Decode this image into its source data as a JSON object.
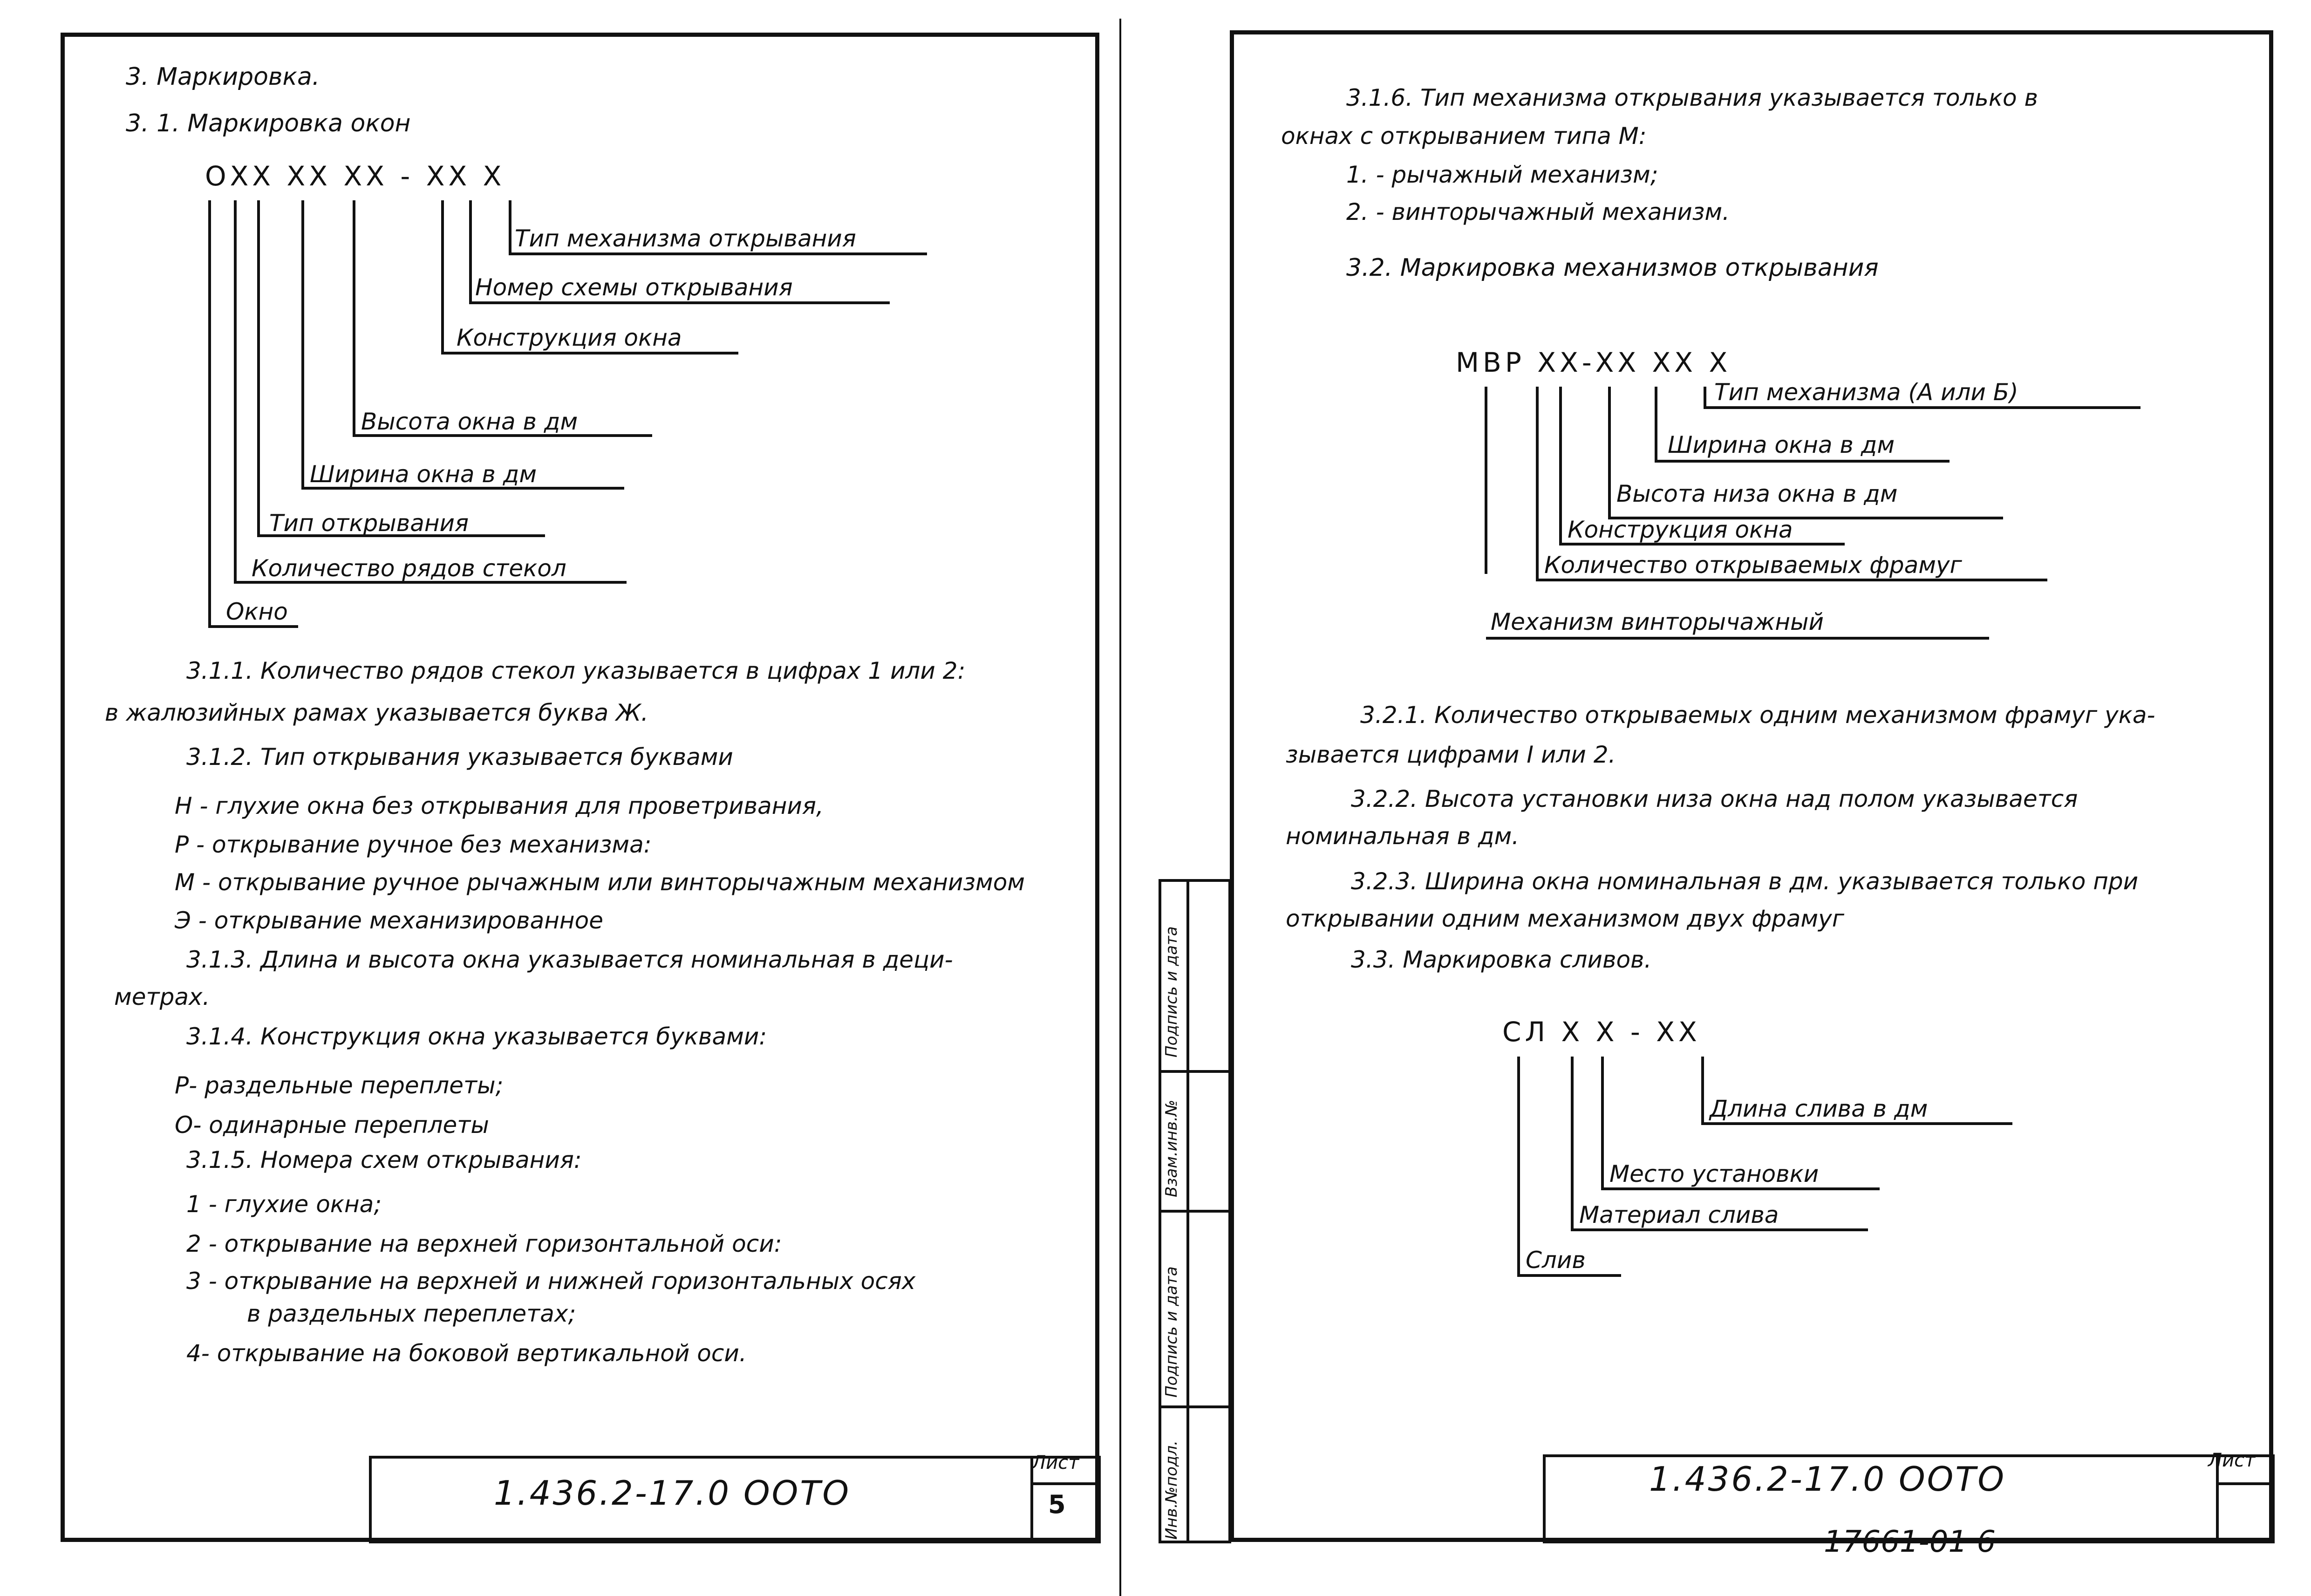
{
  "left": {
    "h3": "3. Маркировка.",
    "h31": "3. 1.  Маркировка окон",
    "code": "ОХХ ХХ ХХ - ХХ Х",
    "labels": [
      "Тип механизма открывания",
      "Номер схемы открывания",
      "Конструкция окна",
      "Высота окна в дм",
      "Ширина окна в дм",
      "Тип открывания",
      "Количество рядов стекол",
      "Окно"
    ],
    "p311a": "3.1.1. Количество рядов стекол указывается в цифрах 1 или 2:",
    "p311b": "в жалюзийных рамах указывается буква Ж.",
    "p312": "3.1.2. Тип открывания указывается буквами",
    "n": "Н - глухие окна без открывания для проветривания,",
    "r": "Р - открывание ручное без механизма:",
    "m": "М - открывание ручное рычажным или винторычажным механизмом",
    "e": "Э - открывание механизированное",
    "p313a": "3.1.3. Длина и высота окна указывается номинальная в деци-",
    "p313b": "метрах.",
    "p314": "3.1.4. Конструкция окна указывается буквами:",
    "rp": "Р- раздельные переплеты;",
    "op": "О- одинарные переплеты",
    "p315": "3.1.5. Номера схем открывания:",
    "s1": "1 - глухие окна;",
    "s2": "2 - открывание на верхней горизонтальной оси:",
    "s3a": "3 - открывание на верхней и нижней горизонтальных осях",
    "s3b": "в раздельных переплетах;",
    "s4": "4- открывание на боковой вертикальной оси.",
    "doc": "1.436.2-17.0   ООТО",
    "sheet_label": "Лист",
    "sheet_no": "5"
  },
  "right": {
    "p316a": "3.1.6. Тип механизма открывания указывается только в",
    "p316b": "окнах с открыванием типа М:",
    "m1": "1. - рычажный механизм;",
    "m2": "2. - винторычажный механизм.",
    "h32": "3.2. Маркировка механизмов открывания",
    "code2": "МВР ХХ-ХХ ХХ Х",
    "labels2": [
      "Тип механизма (А или Б)",
      "Ширина окна в дм",
      "Высота низа окна в дм",
      "Конструкция окна",
      "Количество открываемых фрамуг",
      "Механизм винторычажный"
    ],
    "p321a": "3.2.1. Количество открываемых одним механизмом фрамуг ука-",
    "p321b": "зывается цифрами I или 2.",
    "p322a": "3.2.2. Высота установки низа окна над полом указывается",
    "p322b": "номинальная в дм.",
    "p323a": "3.2.3. Ширина окна номинальная в дм. указывается только при",
    "p323b": "открывании одним механизмом двух фрамуг",
    "h33": "3.3. Маркировка сливов.",
    "code3": "СЛ Х Х - ХХ",
    "labels3": [
      "Длина слива в дм",
      "Место установки",
      "Материал слива",
      "Слив"
    ],
    "doc": "1.436.2-17.0   ООТО",
    "sheet_label": "Лист",
    "stamp": "17661-01 6",
    "side": [
      "Подпись и дата",
      "Взам.инв.№",
      "Подпись и дата",
      "Инв.№подл."
    ]
  }
}
